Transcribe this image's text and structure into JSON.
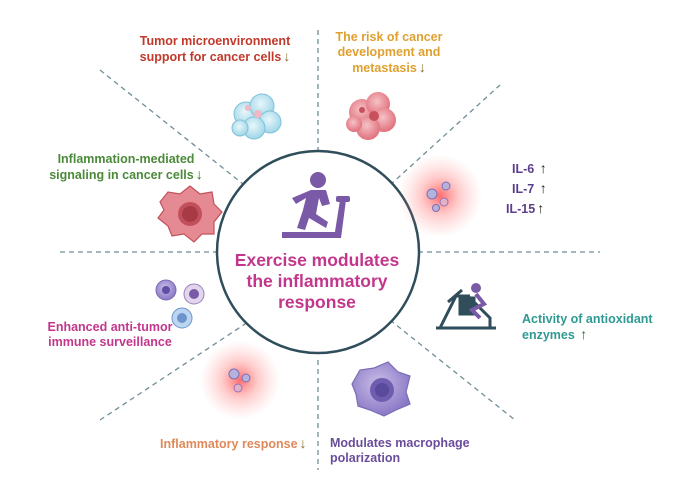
{
  "center": {
    "line1": "Exercise modulates",
    "line2": "the inflammatory",
    "line3": "response"
  },
  "labels": {
    "tumor_microenv": {
      "line1": "Tumor microenvironment",
      "line2": "support for cancer cells",
      "arrow": "↓"
    },
    "cancer_risk": {
      "line1": "The risk of cancer",
      "line2": "development and",
      "line3": "metastasis",
      "arrow": "↓"
    },
    "inflammation_signaling": {
      "line1": "Inflammation-mediated",
      "line2": "signaling in cancer cells",
      "arrow": "↓"
    },
    "interleukins": [
      {
        "name": "IL-6",
        "arrow": "↑"
      },
      {
        "name": "IL-7",
        "arrow": "↑"
      },
      {
        "name": "IL-15",
        "arrow": "↑"
      }
    ],
    "antitumor": {
      "line1": "Enhanced anti-tumor",
      "line2": "immune surveillance"
    },
    "antioxidant": {
      "line1": "Activity of antioxidant",
      "line2": "enzymes",
      "arrow": "↑"
    },
    "inflammatory_response": {
      "line1": "Inflammatory response",
      "arrow": "↓"
    },
    "macrophage": {
      "line1": "Modulates macrophage",
      "line2": "polarization"
    }
  },
  "colors": {
    "tumor_microenv": "#c0392b",
    "cancer_risk": "#e0a030",
    "inflammation_signaling": "#4a8a3a",
    "interleukins": "#5a3e8c",
    "antitumor": "#c2378c",
    "antioxidant": "#2f9a94",
    "inflammatory_response": "#e0895a",
    "macrophage": "#6a4c9c",
    "center_border": "#2f4d5a",
    "runner": "#7a5aa6"
  },
  "icons": [
    "runner-on-treadmill-icon",
    "leg-press-machine-icon",
    "cancer-cell-cluster-icon",
    "tumor-cell-icon",
    "immune-cells-icon",
    "macrophage-icon",
    "cytokine-glow-icon"
  ]
}
